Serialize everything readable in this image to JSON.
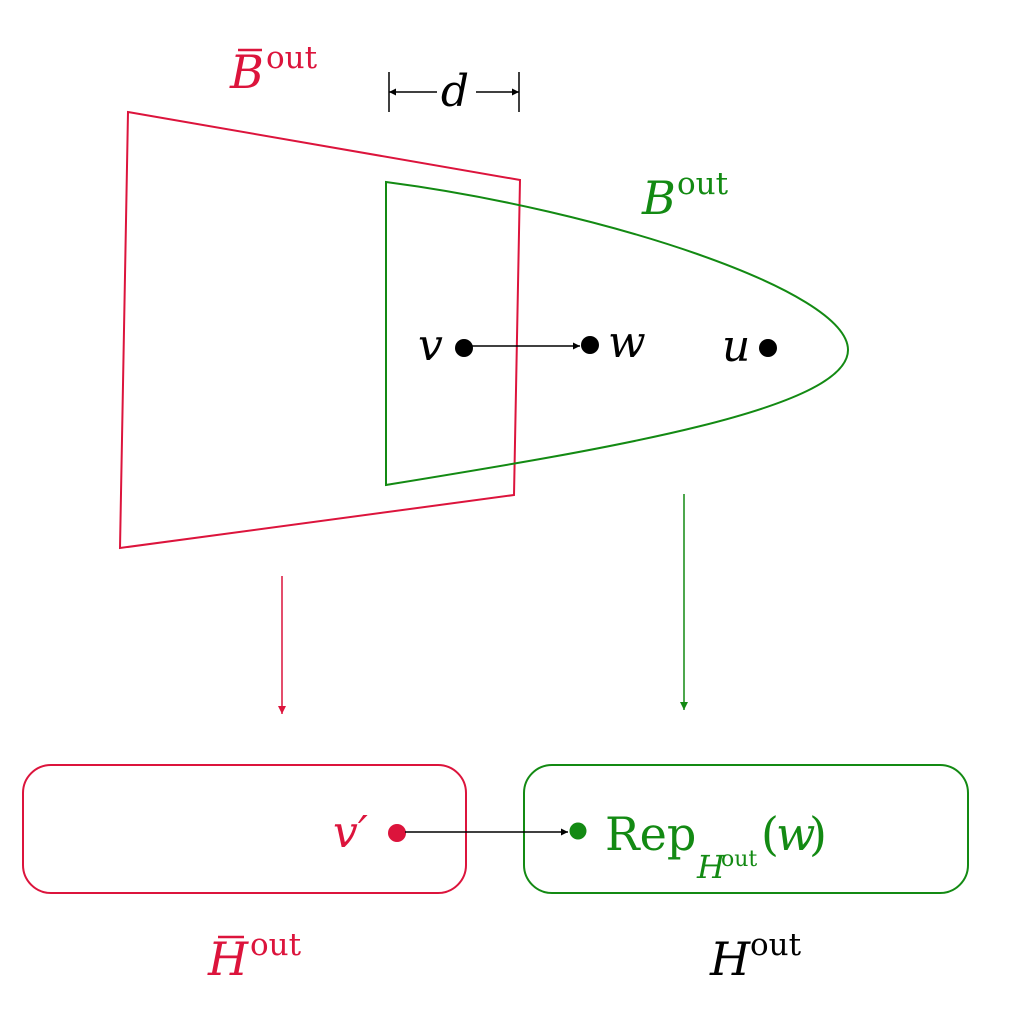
{
  "colors": {
    "red": "#dc143c",
    "green": "#138a13",
    "black": "#000000"
  },
  "labels": {
    "b_bar": {
      "base": "B",
      "sup": "out"
    },
    "b": {
      "base": "B",
      "sup": "out"
    },
    "d": "d",
    "v": "v",
    "w": "w",
    "u": "u",
    "v_prime": "v′",
    "rep": {
      "text": "Rep",
      "sub_base": "H",
      "sub_sup": "out",
      "open": "(",
      "arg": "w",
      "close": ")"
    },
    "h_bar": {
      "base": "H",
      "sup": "out"
    },
    "h": {
      "base": "H",
      "sup": "out"
    }
  }
}
